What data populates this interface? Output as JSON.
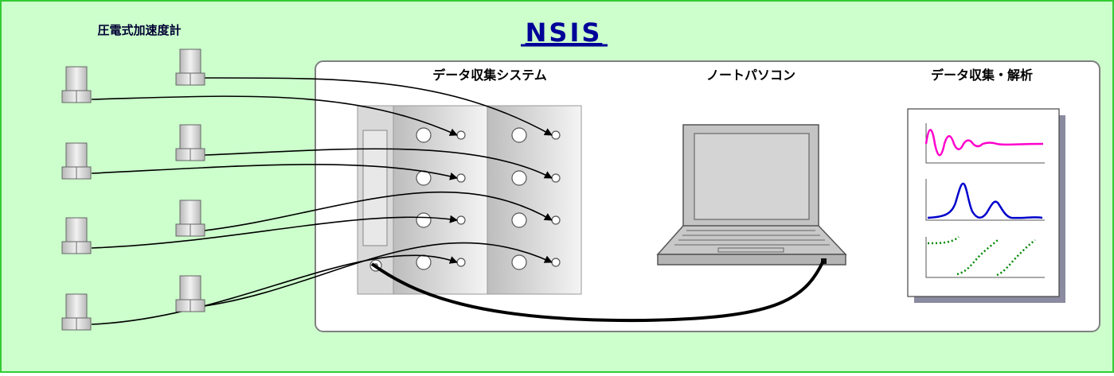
{
  "title": "NSIS",
  "labels": {
    "sensors": "圧電式加速度計",
    "daq_system": "データ収集システム",
    "laptop": "ノートパソコン",
    "analysis": "データ収集・解析"
  },
  "colors": {
    "background": "#ccffcc",
    "border": "#33cc33",
    "title": "#000099",
    "wave_damped": "#ff00cc",
    "wave_peaks": "#0000cc",
    "wave_phase": "#008800"
  },
  "components": {
    "sensor_count": 8,
    "daq_channels_per_module": 4,
    "daq_modules": 2
  }
}
